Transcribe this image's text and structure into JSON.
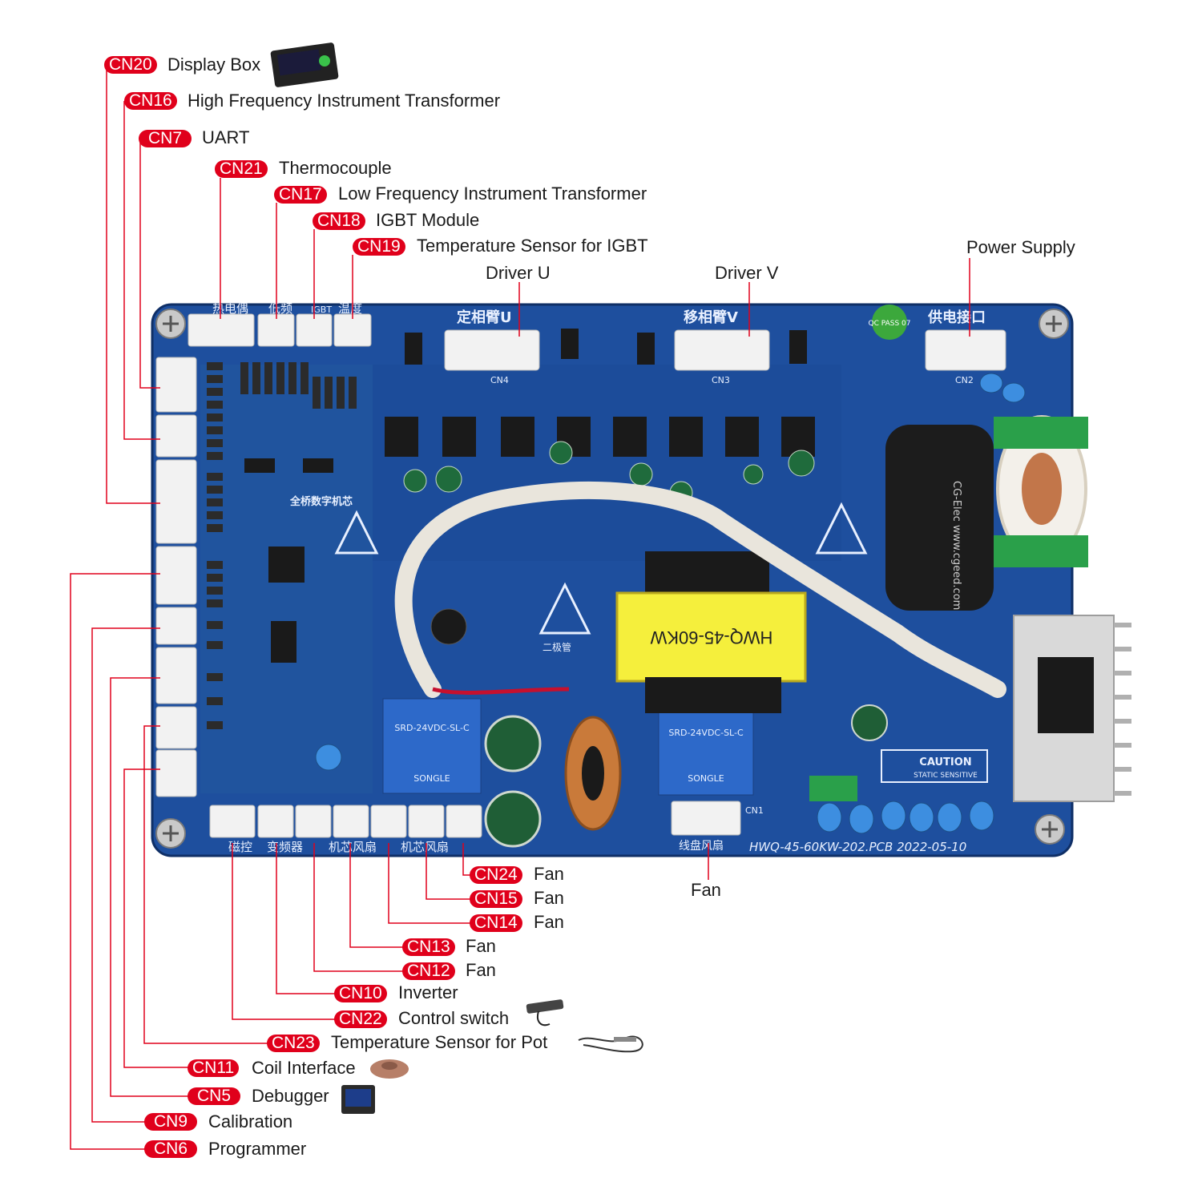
{
  "callouts_top": [
    {
      "code": "CN20",
      "desc": "Display Box"
    },
    {
      "code": "CN16",
      "desc": "High Frequency Instrument Transformer"
    },
    {
      "code": "CN7",
      "desc": "UART"
    },
    {
      "code": "CN21",
      "desc": "Thermocouple"
    },
    {
      "code": "CN17",
      "desc": "Low Frequency Instrument Transformer"
    },
    {
      "code": "CN18",
      "desc": "IGBT Module"
    },
    {
      "code": "CN19",
      "desc": "Temperature Sensor for IGBT"
    }
  ],
  "callouts_plain": {
    "driver_u": "Driver U",
    "driver_v": "Driver V",
    "power_supply": "Power Supply",
    "fan_cn1": "Fan"
  },
  "callouts_bottom": [
    {
      "code": "CN24",
      "desc": "Fan"
    },
    {
      "code": "CN15",
      "desc": "Fan"
    },
    {
      "code": "CN14",
      "desc": "Fan"
    },
    {
      "code": "CN13",
      "desc": "Fan"
    },
    {
      "code": "CN12",
      "desc": "Fan"
    },
    {
      "code": "CN10",
      "desc": "Inverter"
    },
    {
      "code": "CN22",
      "desc": "Control switch"
    },
    {
      "code": "CN23",
      "desc": "Temperature Sensor for Pot"
    },
    {
      "code": "CN11",
      "desc": "Coil Interface"
    },
    {
      "code": "CN5",
      "desc": "Debugger"
    },
    {
      "code": "CN9",
      "desc": "Calibration"
    },
    {
      "code": "CN6",
      "desc": "Programmer"
    }
  ],
  "board": {
    "silk_top_left": [
      "热电偶",
      "低频",
      "IGBT",
      "温度"
    ],
    "silk_driver_u": "定相臂U",
    "silk_driver_v": "移相臂V",
    "silk_power": "供电接口",
    "silk_chip": "全桥数字机芯",
    "silk_bottom": [
      "磁控",
      "变频器",
      "机芯风扇",
      "机芯风扇"
    ],
    "silk_coil_fan": "线盘风扇",
    "silk_model": "HWQ-45-60KW-202.PCB 2022-05-10",
    "transformer_text": "HWQ-45-60KW",
    "caution_title": "CAUTION",
    "caution_sub": "STATIC SENSITIVE",
    "diode_label": "二极管",
    "relay_brand": "SONGLE",
    "relay_model": "SRD-24VDC-SL-C",
    "cn_labels": [
      "CN4",
      "CN3",
      "CN2",
      "CN1"
    ],
    "choke_text": "CG-Elec www.cgeed.com",
    "qc_text": "QC PASS 07"
  },
  "colors": {
    "badge": "#e0001b",
    "pcb": "#1d4f9c",
    "pcb_dark": "#123a78",
    "line": "#e0001b"
  }
}
